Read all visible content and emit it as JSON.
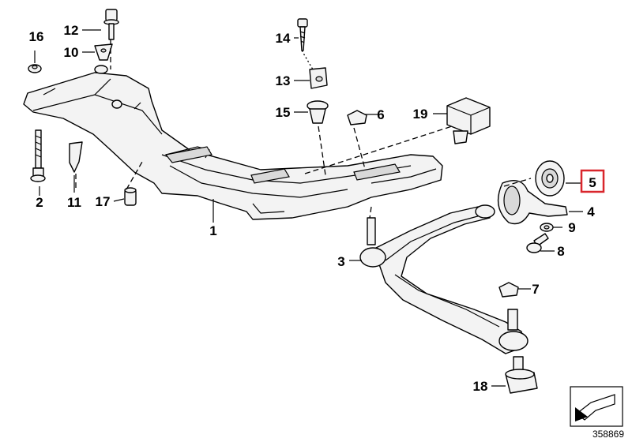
{
  "callouts": {
    "p1": "1",
    "p2": "2",
    "p3": "3",
    "p4": "4",
    "p5": "5",
    "p6": "6",
    "p7": "7",
    "p8": "8",
    "p9": "9",
    "p10": "10",
    "p11": "11",
    "p12": "12",
    "p13": "13",
    "p14": "14",
    "p15": "15",
    "p16": "16",
    "p17": "17",
    "p18": "18",
    "p19": "19"
  },
  "highlighted_part": "5",
  "highlight_color": "#d9262c",
  "reference_number": "358869"
}
